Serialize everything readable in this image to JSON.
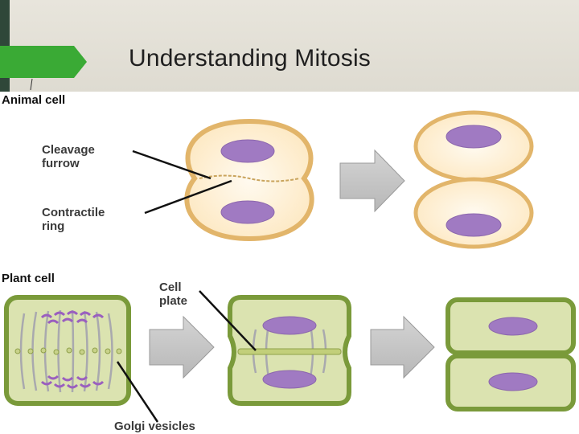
{
  "slide": {
    "title": "Understanding Mitosis"
  },
  "animal": {
    "section_label": "Animal cell",
    "callout_cleavage": [
      "Cleavage",
      "furrow"
    ],
    "callout_contractile": [
      "Contractile",
      "ring"
    ]
  },
  "plant": {
    "section_label": "Plant cell",
    "callout_cell_plate": [
      "Cell",
      "plate"
    ],
    "callout_golgi": "Golgi vesicles"
  },
  "colors": {
    "accent_green": "#3aaa35",
    "animal_membrane": "#e2b56a",
    "animal_cytoplasm": "#fff3de",
    "nucleus_purple": "#a07ac2",
    "plant_wall": "#7a9a3a",
    "plant_cytoplasm": "#dbe3b0",
    "arrow_gray": "#c8c8c8"
  }
}
